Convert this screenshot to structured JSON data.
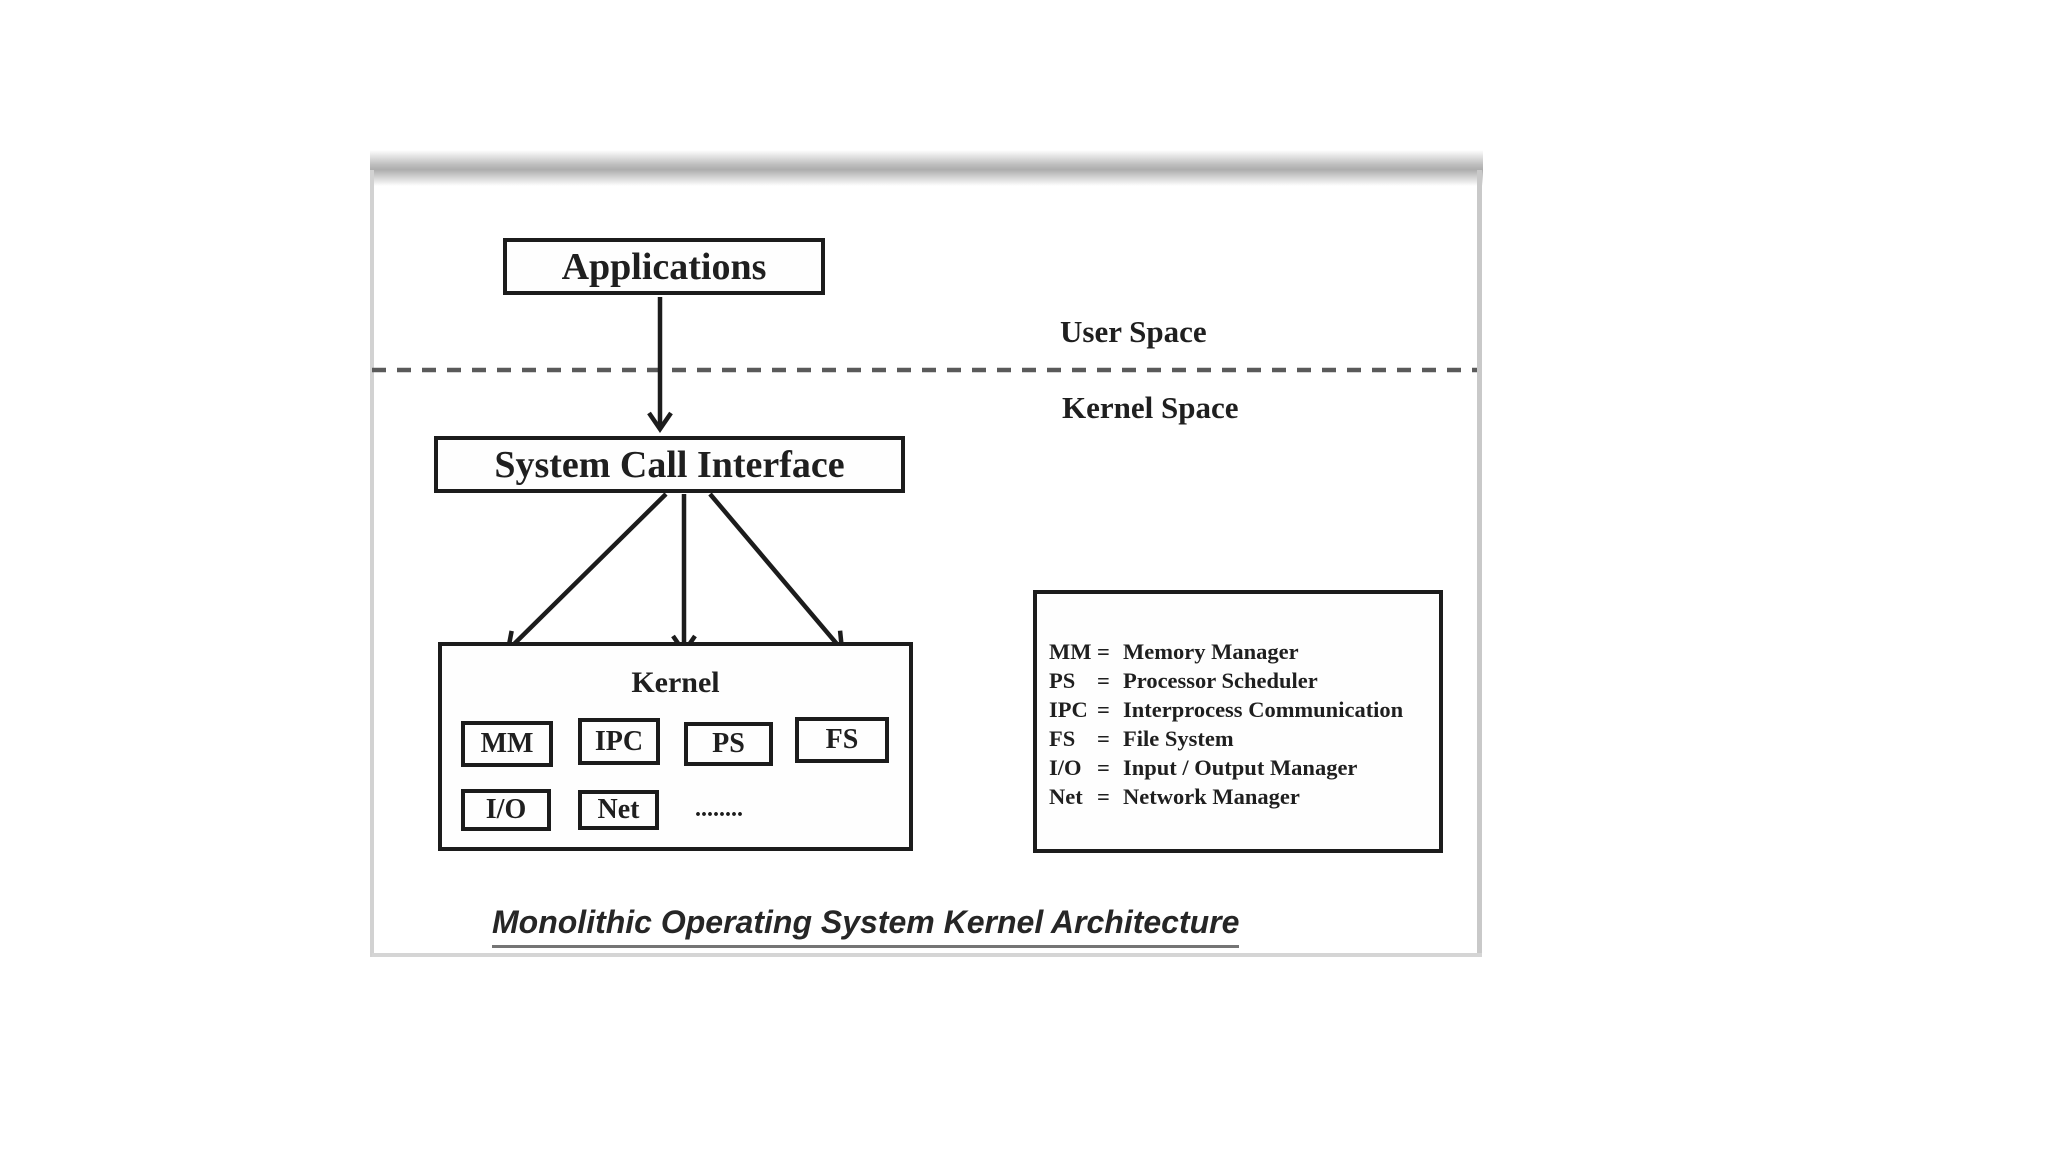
{
  "diagram": {
    "boxes": {
      "applications": "Applications",
      "system_call_interface": "System Call Interface"
    },
    "spaces": {
      "user": "User Space",
      "kernel": "Kernel Space"
    },
    "kernel": {
      "title": "Kernel",
      "modules": [
        "MM",
        "IPC",
        "PS",
        "FS",
        "I/O",
        "Net"
      ],
      "ellipsis": "........"
    },
    "legend": {
      "eq": "=",
      "items": [
        {
          "abbr": "MM",
          "desc": "Memory Manager"
        },
        {
          "abbr": "PS",
          "desc": "Processor Scheduler"
        },
        {
          "abbr": "IPC",
          "desc": "Interprocess Communication"
        },
        {
          "abbr": "FS",
          "desc": "File System"
        },
        {
          "abbr": "I/O",
          "desc": "Input / Output Manager"
        },
        {
          "abbr": "Net",
          "desc": "Network Manager"
        }
      ]
    },
    "caption": "Monolithic Operating System Kernel Architecture",
    "colors": {
      "ink": "#1c1c1c",
      "frame_gray": "#adadad",
      "dash_gray": "#5a5a5a"
    }
  }
}
